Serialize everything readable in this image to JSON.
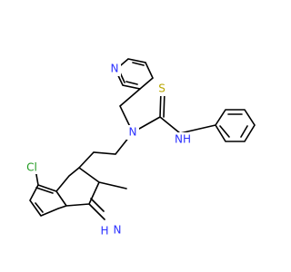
{
  "molecule": {
    "atom_labels": {
      "pyridine_n": "N",
      "amine_n": "N",
      "thio_s": "S",
      "nh": "NH",
      "chloro": "Cl",
      "indole_h": "H",
      "indole_n": "N"
    },
    "colors": {
      "nitrogen": "#2b31ff",
      "sulfur": "#b8a600",
      "chlorine": "#1f9a1f",
      "carbon_bond": "#000000",
      "background": "#ffffff"
    }
  }
}
